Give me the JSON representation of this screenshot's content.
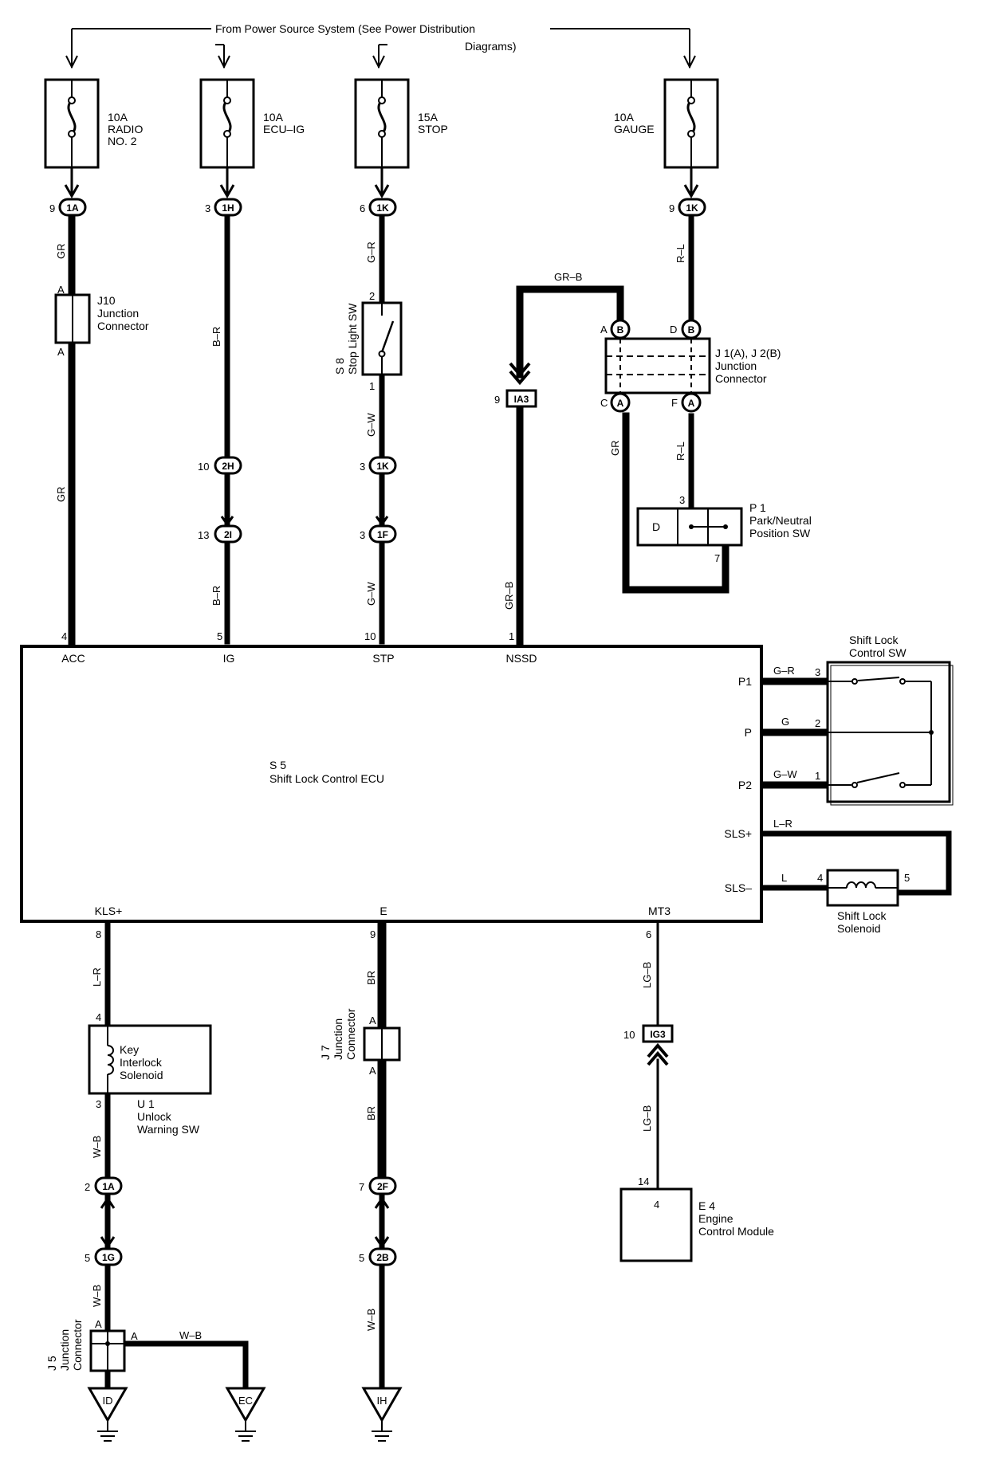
{
  "header": {
    "line1": "From Power Source System (See Power Distribution",
    "line2": "Diagrams)"
  },
  "fuses": {
    "radio": {
      "amp": "10A",
      "name1": "RADIO",
      "name2": "NO. 2"
    },
    "ecuig": {
      "amp": "10A",
      "name1": "ECU–IG"
    },
    "stop": {
      "amp": "15A",
      "name1": "STOP"
    },
    "gauge": {
      "amp": "10A",
      "name1": "GAUGE"
    }
  },
  "connectors": {
    "c1A_top": {
      "id": "1A",
      "pin": "9"
    },
    "c1H": {
      "id": "1H",
      "pin": "3"
    },
    "c1K_top": {
      "id": "1K",
      "pin": "6"
    },
    "c1K_gauge": {
      "id": "1K",
      "pin": "9"
    },
    "c2H": {
      "id": "2H",
      "pin": "10"
    },
    "c2I": {
      "id": "2I",
      "pin": "13"
    },
    "c1K_mid": {
      "id": "1K",
      "pin": "3"
    },
    "c1F": {
      "id": "1F",
      "pin": "3"
    },
    "cIA3": {
      "id": "IA3",
      "pin": "9"
    },
    "cIG3": {
      "id": "IG3",
      "pin": "10"
    },
    "c1A_bot": {
      "id": "1A",
      "pin": "2"
    },
    "c1G": {
      "id": "1G",
      "pin": "5"
    },
    "c2F": {
      "id": "2F",
      "pin": "7"
    },
    "c2B": {
      "id": "2B",
      "pin": "5"
    },
    "jB_left": {
      "id": "B",
      "pin": "A"
    },
    "jB_right": {
      "id": "B",
      "pin": "D"
    },
    "jA_left": {
      "id": "A",
      "pin": "C"
    },
    "jA_right": {
      "id": "A",
      "pin": "F"
    }
  },
  "wires": {
    "gr": "GR",
    "br": "B–R",
    "gr_r": "G–R",
    "gw": "G–W",
    "grb": "GR–B",
    "rl": "R–L",
    "lr": "L–R",
    "l": "L",
    "g": "G",
    "brn": "BR",
    "lgb": "LG–B",
    "wb": "W–B"
  },
  "components": {
    "j10": {
      "l1": "J10",
      "l2": "Junction",
      "l3": "Connector",
      "pinA": "A"
    },
    "s8": {
      "l1": "S 8",
      "l2": "Stop Light SW",
      "pin_top": "2",
      "pin_bot": "1"
    },
    "j1j2": {
      "l1": "J 1(A), J 2(B)",
      "l2": "Junction",
      "l3": "Connector"
    },
    "p1": {
      "l1": "P 1",
      "l2": "Park/Neutral",
      "l3": "Position SW",
      "d": "D",
      "pin3": "3",
      "pin7": "7"
    },
    "ecu": {
      "l1": "S 5",
      "l2": "Shift Lock Control ECU"
    },
    "shift_sw": {
      "l1": "Shift Lock",
      "l2": "Control SW",
      "p3": "3",
      "p2": "2",
      "p1": "1"
    },
    "solenoid": {
      "l1": "Shift Lock",
      "l2": "Solenoid",
      "p4": "4",
      "p5": "5"
    },
    "u1": {
      "l1": "Key",
      "l2": "Interlock",
      "l3": "Solenoid",
      "l4": "U 1",
      "l5": "Unlock",
      "l6": "Warning SW",
      "p4": "4",
      "p3": "3"
    },
    "j7": {
      "l1": "J 7",
      "l2": "Junction",
      "l3": "Connector",
      "pinA": "A"
    },
    "e4": {
      "l1": "E 4",
      "l2": "Engine",
      "l3": "Control Module",
      "pin_in": "4",
      "pin_out": "14"
    },
    "j5": {
      "l1": "J 5",
      "l2": "Junction",
      "l3": "Connector",
      "pinA": "A"
    }
  },
  "ecu_pins": {
    "acc": {
      "name": "ACC",
      "num": "4"
    },
    "ig": {
      "name": "IG",
      "num": "5"
    },
    "stp": {
      "name": "STP",
      "num": "10"
    },
    "nssd": {
      "name": "NSSD",
      "num": "1"
    },
    "p1": {
      "name": "P1"
    },
    "p": {
      "name": "P"
    },
    "p2": {
      "name": "P2"
    },
    "sls_plus": {
      "name": "SLS+"
    },
    "sls_minus": {
      "name": "SLS–"
    },
    "kls": {
      "name": "KLS+",
      "num": "8"
    },
    "e": {
      "name": "E",
      "num": "9"
    },
    "mt3": {
      "name": "MT3",
      "num": "6"
    }
  },
  "grounds": {
    "id": "ID",
    "ec": "EC",
    "ih": "IH"
  }
}
